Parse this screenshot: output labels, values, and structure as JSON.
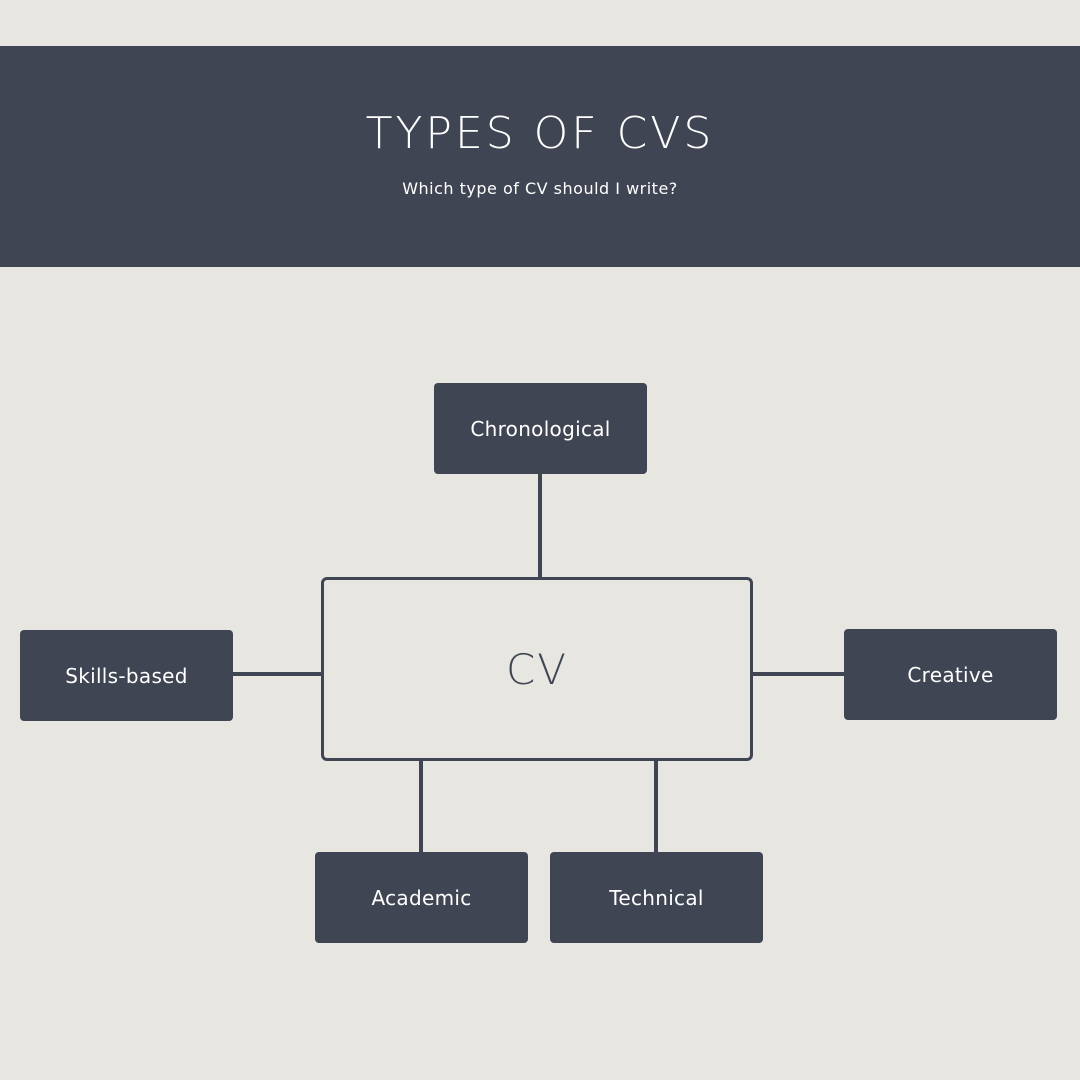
{
  "header": {
    "title": "TYPES OF CVS",
    "subtitle": "Which type of CV should I write?"
  },
  "diagram": {
    "center": "CV",
    "nodes": {
      "top": "Chronological",
      "left": "Skills-based",
      "right": "Creative",
      "bottom_left": "Academic",
      "bottom_right": "Technical"
    }
  },
  "colors": {
    "background": "#e7e6e0",
    "dark": "#404553",
    "text_light": "#ffffff"
  }
}
